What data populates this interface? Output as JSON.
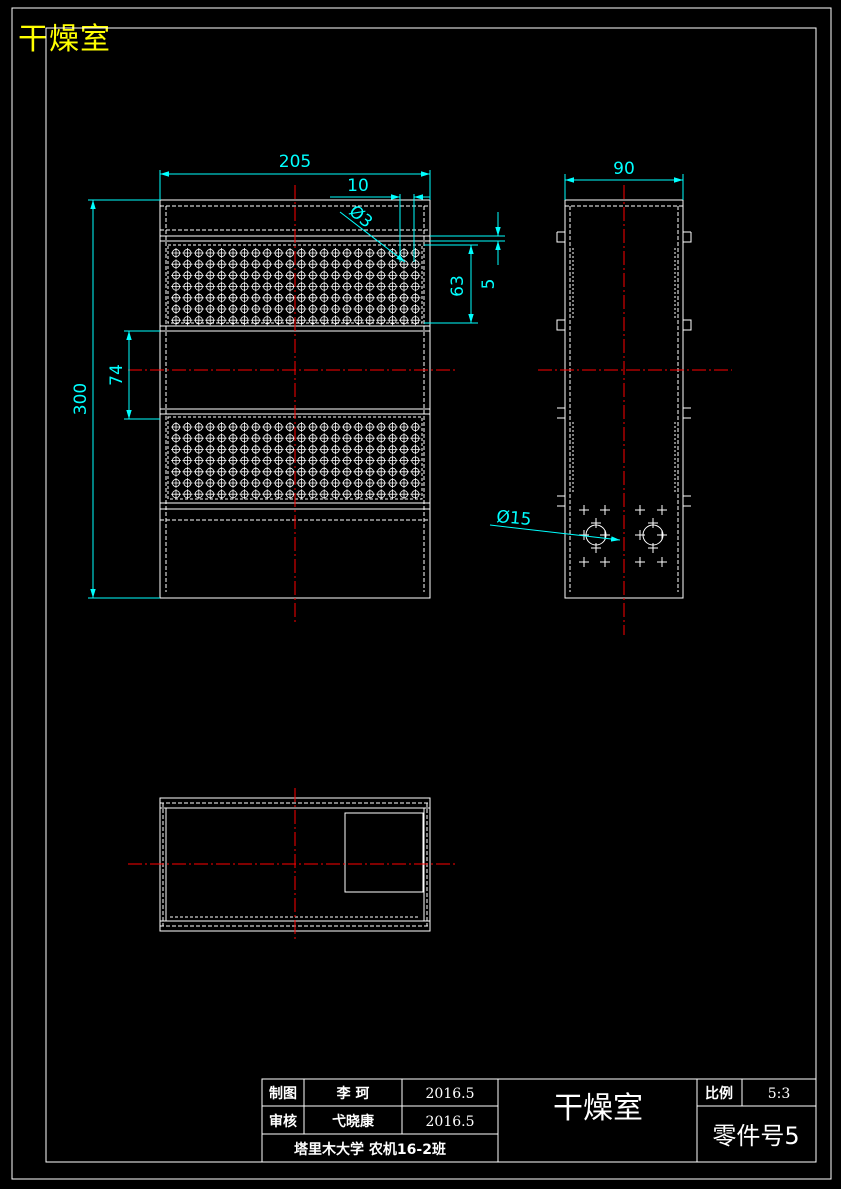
{
  "drawing": {
    "title": "干燥室",
    "front_view": {
      "dim_width": "205",
      "dim_offset": "10",
      "dim_hole": "Ø3",
      "dim_panel_height": "63",
      "dim_gap": "5",
      "dim_middle": "74",
      "dim_total_height": "300"
    },
    "side_view": {
      "dim_depth": "90",
      "dim_hole": "Ø15"
    }
  },
  "title_block": {
    "drawn_label": "制图",
    "drawn_name": "李 珂",
    "drawn_date": "2016.5",
    "check_label": "审核",
    "check_name": "弋晓康",
    "check_date": "2016.5",
    "school": "塔里木大学 农机16-2班",
    "part_name": "干燥室",
    "scale_label": "比例",
    "scale_value": "5:3",
    "part_number": "零件号5"
  },
  "colors": {
    "background": "#000000",
    "outline": "#ffffff",
    "dimension": "#00ffff",
    "centerline": "#ff0000",
    "title_text": "#ffff00"
  }
}
